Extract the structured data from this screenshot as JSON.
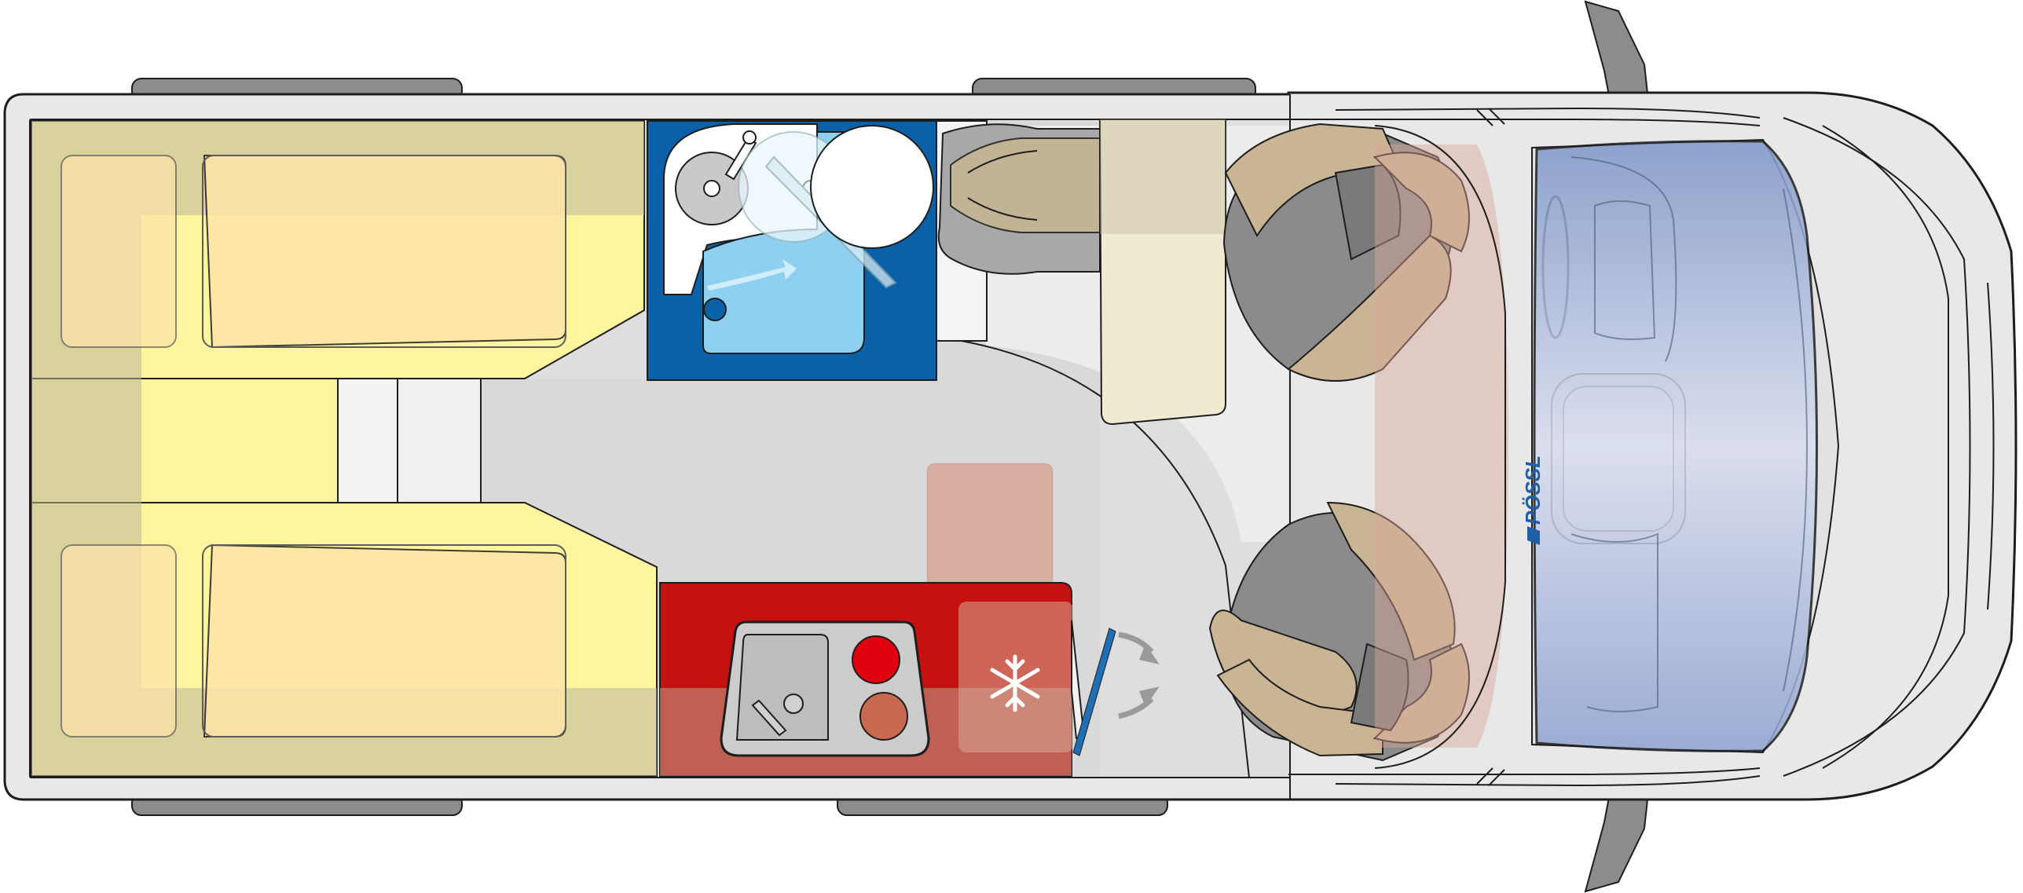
{
  "diagram": {
    "type": "camper-van floor plan (top view)",
    "brand_logo_text": "PÖSSL",
    "colors": {
      "background": "#ffffff",
      "body": "#e6e6e6",
      "floor": "#dcdcdc",
      "bed": "#fff59e",
      "cushion": "#fde4a8",
      "bathroom": "#0a61a8",
      "kitchen": "#c51210",
      "windshield": "#7f97c9",
      "seat_dark": "#8b8b8b",
      "seat_beige": "#c9b594",
      "outline": "#1d1d1d"
    },
    "zones": [
      "rear-bed-area",
      "bathroom",
      "kitchen",
      "dinette-table",
      "refrigerator",
      "cab-driver-seat",
      "cab-passenger-seat",
      "dashboard"
    ],
    "icons": [
      "snowflake-icon",
      "swivel-arrow-icon",
      "shower-arrow-icon"
    ]
  }
}
